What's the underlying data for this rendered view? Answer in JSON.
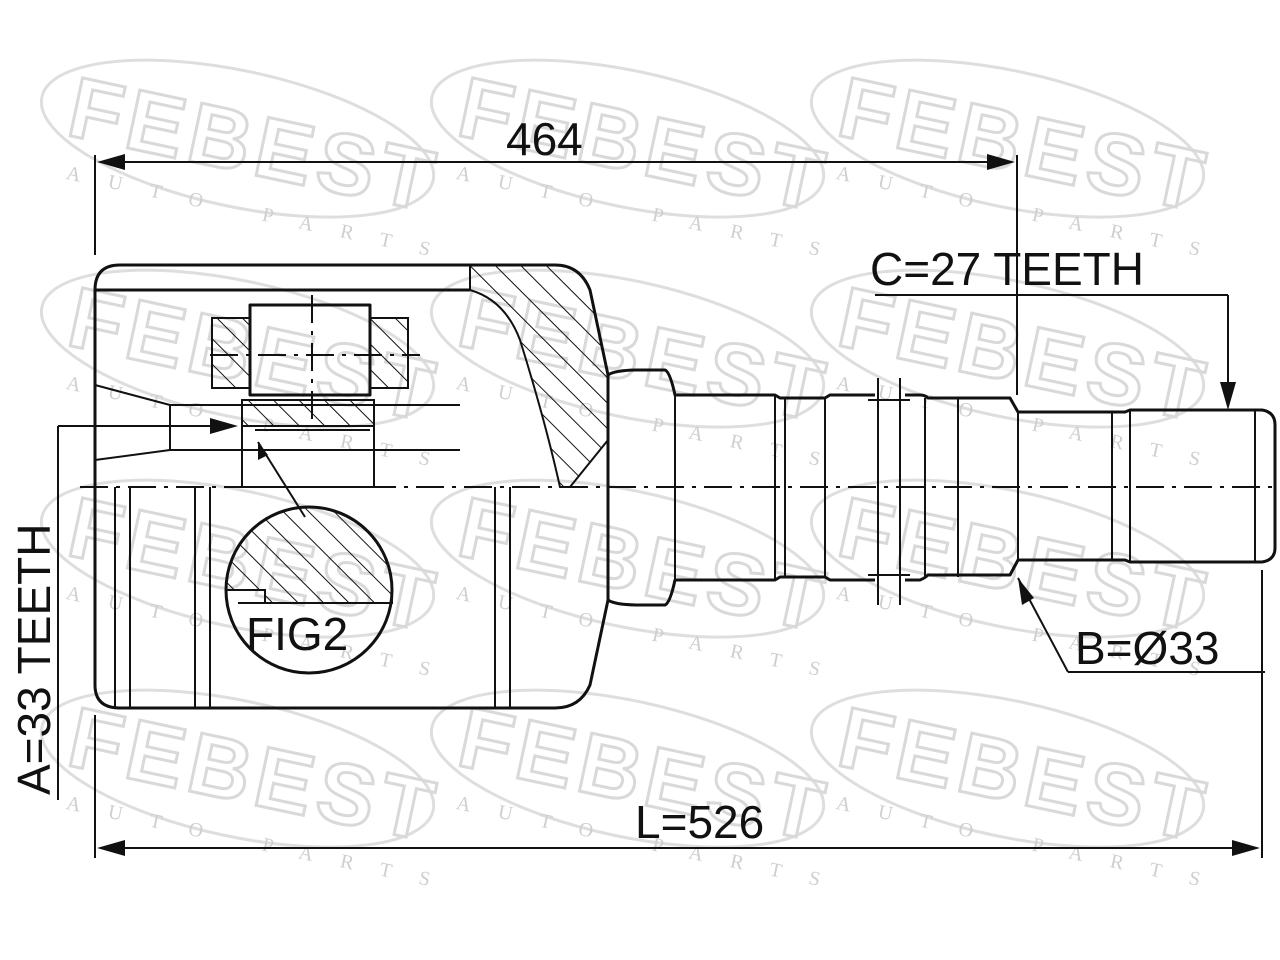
{
  "drawing": {
    "dim_top": "464",
    "dim_bottom": "L=526",
    "label_a": "A=33 TEETH",
    "label_b": "B=Ø33",
    "label_c": "C=27 TEETH",
    "fig_label": "FIG2"
  },
  "watermark": {
    "brand": "FEBEST",
    "tagline": "AUTO PARTS"
  },
  "colors": {
    "line": "#111111",
    "watermark": "#d9d9d9",
    "background": "#ffffff"
  }
}
